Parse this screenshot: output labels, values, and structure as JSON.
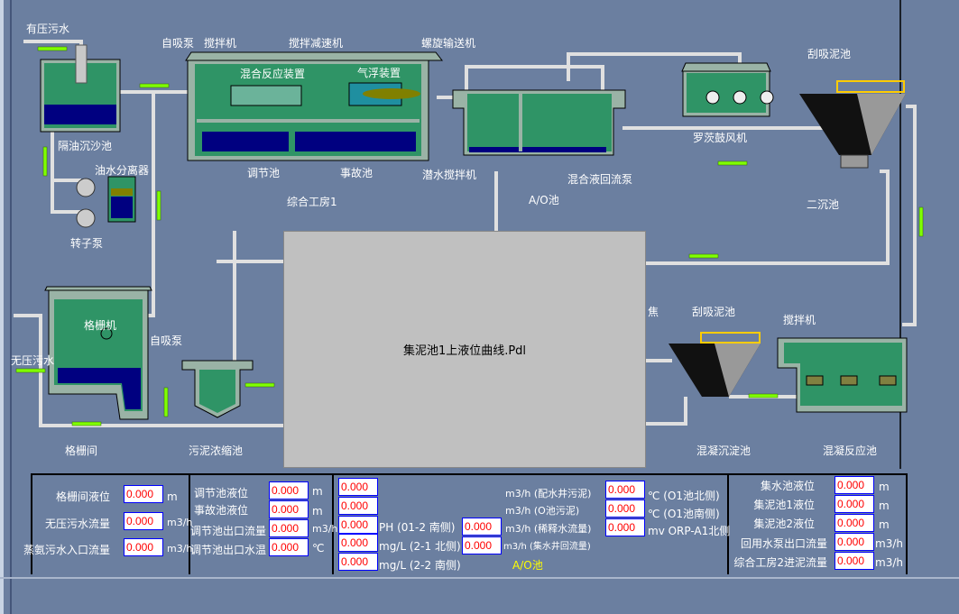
{
  "diagram": {
    "labels": {
      "pressure_sewage": "有压污水",
      "oil_grit_tank": "隔油沉沙池",
      "oil_water_separator": "油水分离器",
      "rotor_pump": "转子泵",
      "self_priming_pump_1": "自吸泵",
      "mixer_1": "搅拌机",
      "mixing_reactor": "混合反应装置",
      "mixer_reducer": "搅拌减速机",
      "air_flotation": "气浮装置",
      "screw_conveyor": "螺旋输送机",
      "regulating_tank": "调节池",
      "accident_tank": "事故池",
      "workshop_1": "综合工房1",
      "submersible_mixer": "潜水搅拌机",
      "mixed_liquor_pump": "混合液回流泵",
      "ao_tank": "A/O池",
      "roots_blower": "罗茨鼓风机",
      "scraper_tank_1": "刮吸泥池",
      "secondary_clarifier": "二沉池",
      "screen_machine": "格栅机",
      "self_priming_pump_2": "自吸泵",
      "gravity_sewage": "无压污水",
      "screen_room": "格栅间",
      "sludge_thickener": "污泥浓缩池",
      "coking_partial": "焦",
      "scraper_tank_2": "刮吸泥池",
      "mixer_2": "搅拌机",
      "coag_settling": "混凝沉淀池",
      "coag_reaction": "混凝反应池"
    },
    "overlay_title": "集泥池1上液位曲线.Pdl"
  },
  "panel": {
    "section1": [
      {
        "label": "格栅间液位",
        "value": "0.000",
        "unit": "m"
      },
      {
        "label": "无压污水流量",
        "value": "0.000",
        "unit": "m3/h"
      },
      {
        "label": "蒸氨污水入口流量",
        "value": "0.000",
        "unit": "m3/h"
      }
    ],
    "section2": [
      {
        "label": "调节池液位",
        "value": "0.000",
        "unit": "m"
      },
      {
        "label": "事故池液位",
        "value": "0.000",
        "unit": "m"
      },
      {
        "label": "调节池出口流量",
        "value": "0.000",
        "unit": "m3/h"
      },
      {
        "label": "调节池出口水温",
        "value": "0.000",
        "unit": "℃"
      }
    ],
    "section3": {
      "col1_values": [
        "0.000",
        "0.000",
        "0.000",
        "0.000",
        "0.000"
      ],
      "col1_labels": [
        "PH (01-2 南侧)",
        "mg/L (2-1 北侧)",
        "mg/L (2-2 南侧)"
      ],
      "col2_values": [
        "0.000",
        "0.000"
      ],
      "col2_labels": [
        "m3/h (配水井污泥)",
        "m3/h (O池污泥)",
        "m3/h (稀释水流量)",
        "m3/h (集水井回流量)"
      ],
      "col3_values": [
        "0.000",
        "0.000",
        "0.000"
      ],
      "col3_labels": [
        "℃ (O1池北侧)",
        "℃ (O1池南侧)",
        "mv ORP-A1北侧"
      ],
      "title": "A/O池"
    },
    "section4": [
      {
        "label": "集水池液位",
        "value": "0.000",
        "unit": "m"
      },
      {
        "label": "集泥池1液位",
        "value": "0.000",
        "unit": "m"
      },
      {
        "label": "集泥池2液位",
        "value": "0.000",
        "unit": "m"
      },
      {
        "label": "回用水泵出口流量",
        "value": "0.000",
        "unit": "m3/h"
      },
      {
        "label": "综合工房2进泥流量",
        "value": "0.000",
        "unit": "m3/h"
      }
    ]
  },
  "colors": {
    "background": "#6b7fa0",
    "tank_green": "#2f9466",
    "water": "#000080",
    "pipe": "#d8d8d8",
    "arrow": "#80ff00",
    "value_text": "#ff0000",
    "box_border": "#0000ff",
    "title_yellow": "#ffff00"
  }
}
